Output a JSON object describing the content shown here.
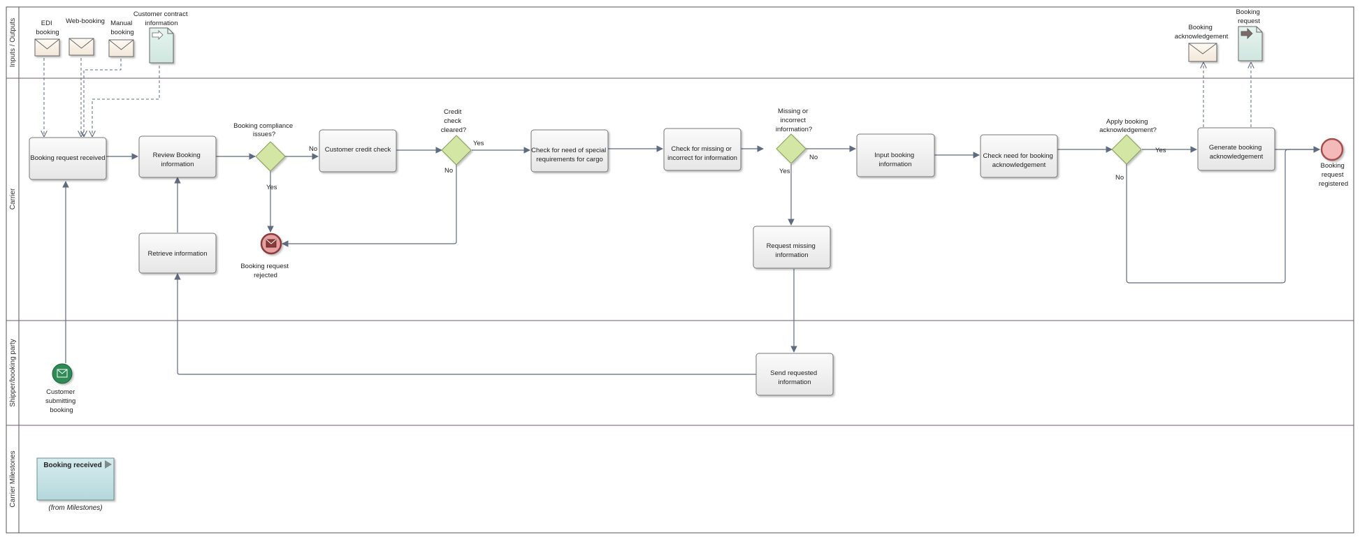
{
  "lanes": {
    "inputs": "Inputs / Outputs",
    "carrier": "Carrier",
    "shipper": "Shipper/booking party",
    "milestones": "Carrier Milestones"
  },
  "inputs": {
    "edi": [
      "EDI",
      "booking"
    ],
    "web": [
      "Web-booking"
    ],
    "manual": [
      "Manual",
      "booking"
    ],
    "contract": [
      "Customer contract",
      "information"
    ],
    "ack": [
      "Booking",
      "acknowledgement"
    ],
    "request": [
      "Booking",
      "request"
    ]
  },
  "tasks": {
    "received": [
      "Booking request received"
    ],
    "review": [
      "Review Booking",
      "information"
    ],
    "retrieve": [
      "Retrieve information"
    ],
    "credit": [
      "Customer credit check"
    ],
    "special": [
      "Check for need of special",
      "requirements for cargo"
    ],
    "missing": [
      "Check for missing or",
      "incorrect for information"
    ],
    "input": [
      "Input booking",
      "information"
    ],
    "need_ack": [
      "Check need for booking",
      "acknowledgement"
    ],
    "generate": [
      "Generate booking",
      "acknowledgement"
    ],
    "request_missing": [
      "Request missing",
      "information"
    ],
    "send_requested": [
      "Send requested",
      "information"
    ]
  },
  "gateways": {
    "compliance": [
      "Booking compliance",
      "issues?"
    ],
    "credit_cleared": [
      "Credit",
      "check",
      "cleared?"
    ],
    "missing_info": [
      "Missing or",
      "incorrect",
      "information?"
    ],
    "apply_ack": [
      "Apply booking",
      "acknowledgement?"
    ]
  },
  "flow_labels": {
    "yes": "Yes",
    "no": "No"
  },
  "events": {
    "start": [
      "Customer",
      "submitting",
      "booking"
    ],
    "rejected": [
      "Booking request",
      "rejected"
    ],
    "registered": [
      "Booking",
      "request",
      "registered"
    ]
  },
  "milestone": {
    "title": "Booking received",
    "source": "(from Milestones)"
  }
}
